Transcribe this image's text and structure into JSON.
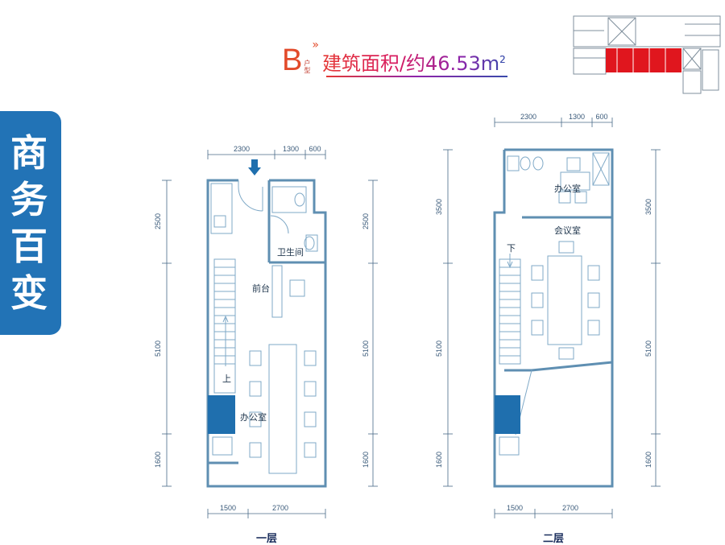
{
  "title": {
    "unit_letter": "B",
    "unit_type_line1": "户",
    "unit_type_line2": "型",
    "chevron": "»",
    "text": "建筑面积/约46.53m",
    "superscript": "2"
  },
  "banner": {
    "chars": [
      "商",
      "务",
      "百",
      "变"
    ]
  },
  "floor1": {
    "label": "一层",
    "top_dims": [
      "2300",
      "1300",
      "600"
    ],
    "bottom_dims": [
      "1500",
      "2700"
    ],
    "left_dims": [
      "2500",
      "5100",
      "1600"
    ],
    "right_dims": [
      "2500",
      "5100",
      "1600"
    ],
    "rooms": {
      "bathroom": "卫生间",
      "reception": "前台",
      "office": "办公室",
      "up": "上"
    }
  },
  "floor2": {
    "label": "二层",
    "top_dims": [
      "2300",
      "1300",
      "600"
    ],
    "bottom_dims": [
      "1500",
      "2700"
    ],
    "left_dims": [
      "3500",
      "5100",
      "1600"
    ],
    "right_dims": [
      "3500",
      "5100",
      "1600"
    ],
    "rooms": {
      "office": "办公室",
      "meeting": "会议室",
      "down": "下"
    }
  },
  "colors": {
    "banner": "#2273b6",
    "highlight_unit": "#e0161e",
    "wall": "#5f8fb2",
    "stair_block": "#1f6fae"
  }
}
